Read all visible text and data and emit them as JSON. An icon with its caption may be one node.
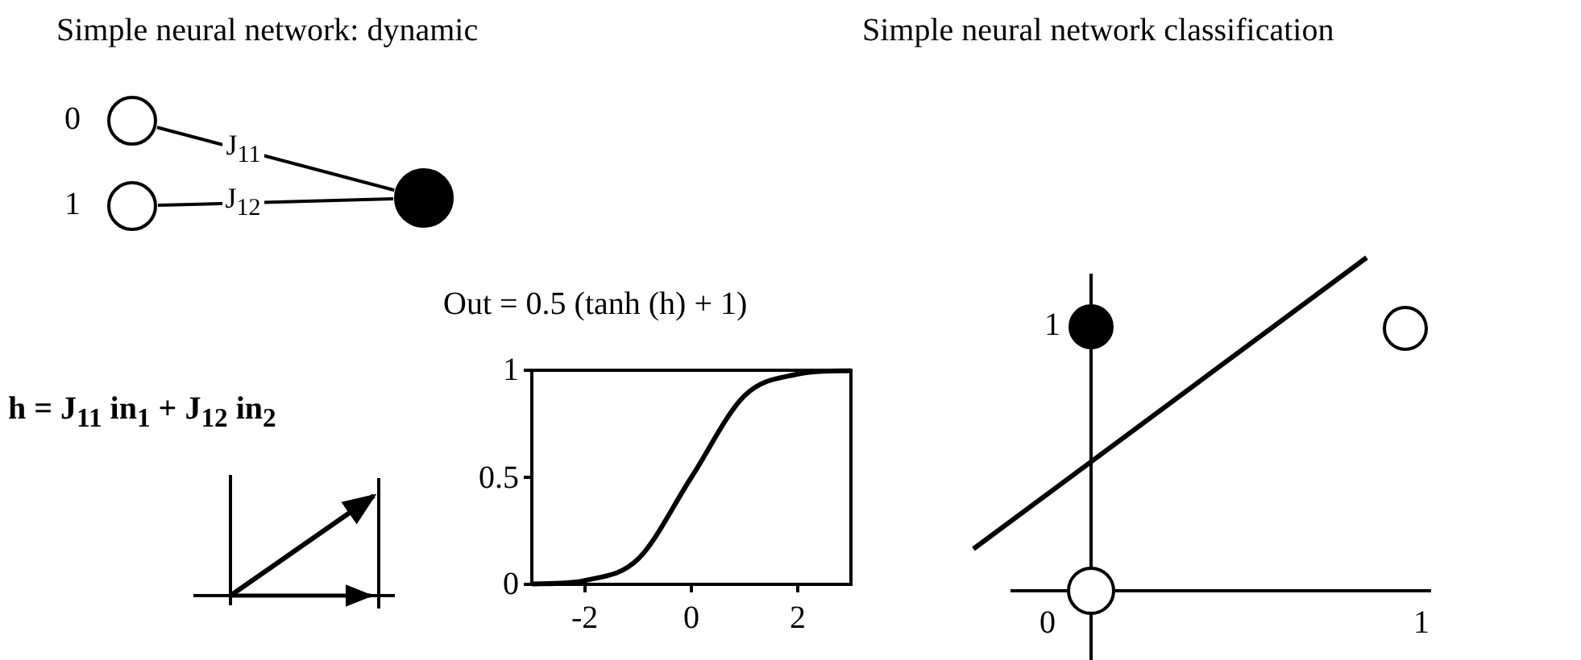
{
  "diagram": {
    "nodes": [
      {
        "text": [],
        "shape": "circle",
        "beside": [
          "0"
        ]
      },
      {
        "text": [],
        "shape": "circle",
        "beside": [
          "1"
        ]
      },
      {
        "text": [],
        "shape": "circle"
      }
    ],
    "edges": [
      {
        "from": 0,
        "to": 2,
        "arrow": "none",
        "label": "J$_{11}$"
      },
      {
        "from": 1,
        "to": 2,
        "arrow": "none",
        "label": "J$_{12}$"
      }
    ],
    "labels": [
      "Simple neural network: dynamic",
      "Simple neural network classification",
      "h = J$_{11}$ in$_{1}$ + J$_{12}$ in$_{2}$",
      "1",
      "0",
      "1"
    ],
    "chart_data": {
      "type": "line",
      "title": "Out = 0.5 (tanh (h) + 1)",
      "x": [
        -3,
        -2,
        -1,
        0,
        1,
        2,
        3
      ],
      "series": [
        {
          "values": [
            0.002,
            0.018,
            0.119,
            0.5,
            0.881,
            0.982,
            0.998
          ]
        }
      ],
      "xlim": [
        -3,
        3
      ],
      "ylim": [
        0,
        1
      ],
      "xticks": [
        -2,
        0,
        2
      ],
      "yticks": [
        0,
        0.5,
        1
      ]
    }
  }
}
